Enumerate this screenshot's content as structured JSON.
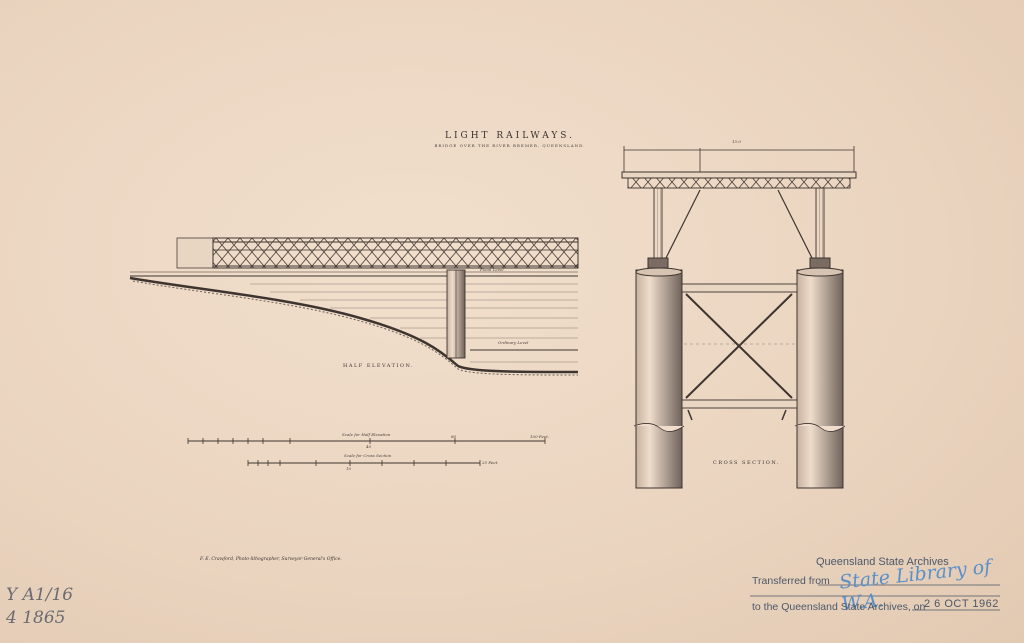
{
  "title": "LIGHT RAILWAYS.",
  "subtitle": "BRIDGE OVER THE RIVER BREMER, QUEENSLAND.",
  "half_elevation": {
    "heading": "HALF ELEVATION.",
    "flood_level": "Flood Level",
    "ordinary_level": "Ordinary Level"
  },
  "cross_section": {
    "heading": "CROSS SECTION.",
    "deck_dimension": "15.0"
  },
  "scales": {
    "half_elevation_caption": "Scale for Half Elevation",
    "half_elevation_mid": "40",
    "half_elevation_mark": "80",
    "half_elevation_end": "100 Feet.",
    "cross_section_caption": "Scale for Cross Section",
    "cross_section_mid": "10",
    "cross_section_end": "25 Feet."
  },
  "credit": "F. E. Crawford, Photo-lithographer, Surveyor-General's Office.",
  "stamp": {
    "heading": "Queensland State Archives",
    "transferred_label": "Transferred from",
    "transferred_value": "State Library of W.A.",
    "to_label": "to the Queensland State Archives, on",
    "date": "2 6 OCT 1962"
  },
  "pencil_notes": {
    "line1": "Y A1/16",
    "line2": "4 1865"
  }
}
